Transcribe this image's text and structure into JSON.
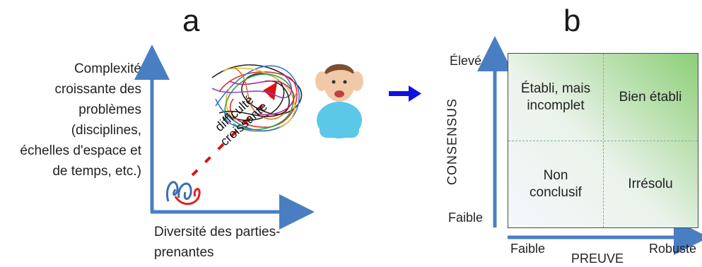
{
  "panel_a": {
    "letter": "a",
    "y_axis_label": [
      "Complexité",
      "croissante des",
      "problèmes",
      "(disciplines,",
      "échelles d'espace et",
      "de temps, etc.)"
    ],
    "x_axis_label": [
      "Diversité des parties-",
      "prenantes"
    ],
    "diagonal_label": [
      "difficulté",
      "croissante"
    ]
  },
  "panel_b": {
    "letter": "b",
    "y_axis_title": "CONSENSUS",
    "y_high": "Élevé",
    "y_low": "Faible",
    "x_axis_title": "PREUVE",
    "x_low": "Faible",
    "x_high": "Robuste",
    "cells": {
      "top_left": [
        "Établi, mais",
        "incomplet"
      ],
      "top_right": [
        "Bien établi"
      ],
      "bottom_left": [
        "Non",
        "conclusif"
      ],
      "bottom_right": [
        "Irrésolu"
      ]
    }
  },
  "colors": {
    "axis_blue": "#4a7ec2",
    "arrow_blue": "#1010e0",
    "dash_red": "#e01010",
    "grid_green": "#8ccf78"
  },
  "icons": [
    "stressed-person-icon",
    "tangled-lines-icon",
    "right-arrow-icon"
  ]
}
